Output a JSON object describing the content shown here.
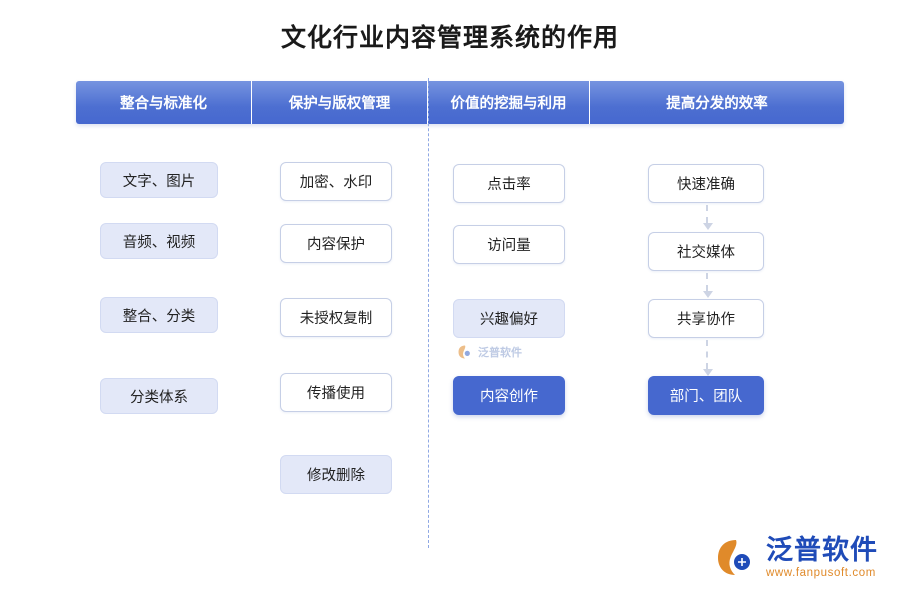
{
  "title": "文化行业内容管理系统的作用",
  "header": {
    "columns": [
      {
        "label": "整合与标准化"
      },
      {
        "label": "保护与版权管理"
      },
      {
        "label": "价值的挖掘与利用"
      },
      {
        "label": "提高分发的效率"
      }
    ]
  },
  "columns": [
    {
      "name": "整合与标准化",
      "nodes": [
        {
          "label": "文字、图片",
          "style": "lavender"
        },
        {
          "label": "音频、视频",
          "style": "lavender"
        },
        {
          "label": "整合、分类",
          "style": "lavender"
        },
        {
          "label": "分类体系",
          "style": "lavender"
        }
      ]
    },
    {
      "name": "保护与版权管理",
      "nodes": [
        {
          "label": "加密、水印",
          "style": "white"
        },
        {
          "label": "内容保护",
          "style": "white"
        },
        {
          "label": "未授权复制",
          "style": "white"
        },
        {
          "label": "传播使用",
          "style": "white"
        },
        {
          "label": "修改删除",
          "style": "lavender"
        }
      ]
    },
    {
      "name": "价值的挖掘与利用",
      "nodes": [
        {
          "label": "点击率",
          "style": "white"
        },
        {
          "label": "访问量",
          "style": "white"
        },
        {
          "label": "兴趣偏好",
          "style": "lavender"
        },
        {
          "label": "内容创作",
          "style": "blue"
        }
      ]
    },
    {
      "name": "提高分发的效率",
      "nodes": [
        {
          "label": "快速准确",
          "style": "white"
        },
        {
          "label": "社交媒体",
          "style": "white"
        },
        {
          "label": "共享协作",
          "style": "white"
        },
        {
          "label": "部门、团队",
          "style": "blue"
        }
      ]
    }
  ],
  "watermark": {
    "center_text": "泛普软件",
    "brand_name": "泛普软件",
    "brand_url": "www.fanpusoft.com"
  },
  "colors": {
    "header_blue": "#4668cf",
    "accent_blue": "#4668cf",
    "lavender": "#e3e8f8",
    "divider": "#8fa8e4",
    "brand_blue": "#1f4bb8",
    "brand_orange": "#e08a2a"
  }
}
